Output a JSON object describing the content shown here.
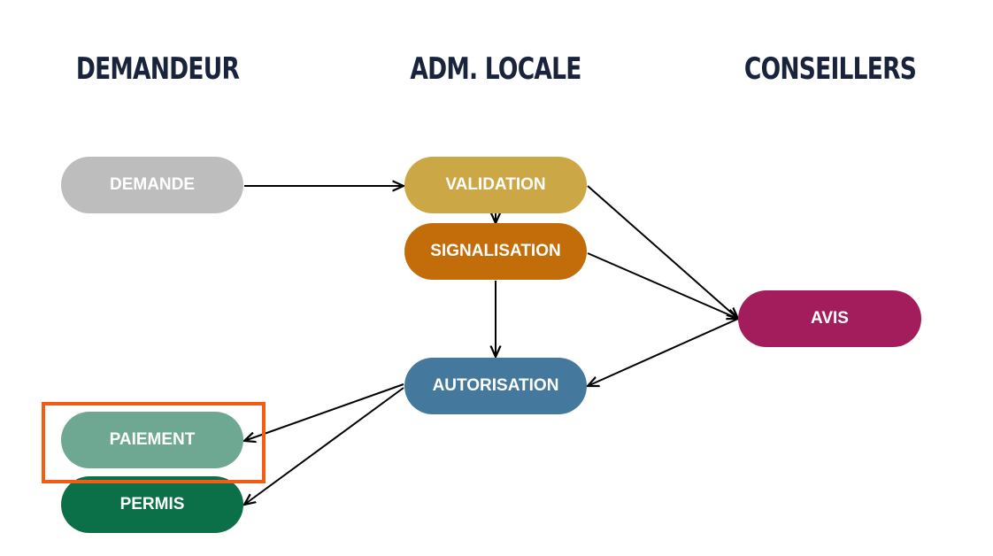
{
  "headers": {
    "col1": "DEMANDEUR",
    "col2": "ADM. LOCALE",
    "col3": "CONSEILLERS"
  },
  "nodes": {
    "demande": {
      "label": "DEMANDE",
      "color": "#bdbdbd"
    },
    "validation": {
      "label": "VALIDATION",
      "color": "#cca746"
    },
    "signalisation": {
      "label": "SIGNALISATION",
      "color": "#c26d0a"
    },
    "avis": {
      "label": "AVIS",
      "color": "#a31d5c"
    },
    "autorisation": {
      "label": "AUTORISATION",
      "color": "#44789c"
    },
    "paiement": {
      "label": "PAIEMENT",
      "color": "#6ea892"
    },
    "permis": {
      "label": "PERMIS",
      "color": "#0b7048"
    }
  },
  "highlight": {
    "target": "paiement",
    "color": "#f45c14"
  },
  "edges": [
    {
      "from": "demande",
      "to": "validation"
    },
    {
      "from": "validation",
      "to": "signalisation"
    },
    {
      "from": "validation",
      "to": "avis"
    },
    {
      "from": "signalisation",
      "to": "avis"
    },
    {
      "from": "signalisation",
      "to": "autorisation"
    },
    {
      "from": "avis",
      "to": "autorisation"
    },
    {
      "from": "autorisation",
      "to": "paiement"
    },
    {
      "from": "autorisation",
      "to": "permis"
    }
  ]
}
